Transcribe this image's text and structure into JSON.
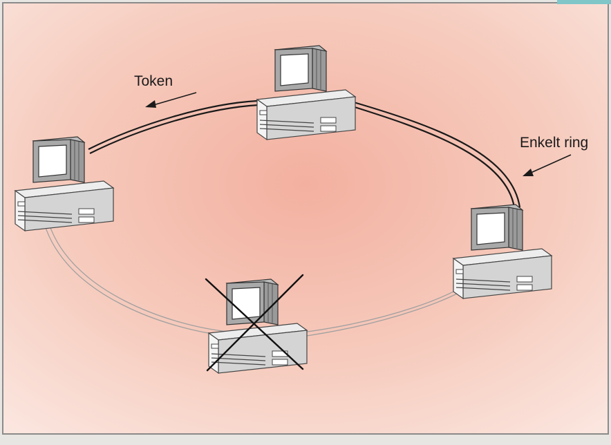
{
  "labels": {
    "token": "Token",
    "ring": "Enkelt ring"
  },
  "colors": {
    "background_center": "#f4b7a9",
    "background_edge": "#fae4dc",
    "frame": "#7a7a7a",
    "active_link": "#1a1a1a",
    "broken_link": "#9a9a9a",
    "cross": "#111111",
    "corner_accent": "#7fc6c9"
  },
  "computers": [
    {
      "id": "top",
      "state": "active"
    },
    {
      "id": "left",
      "state": "active"
    },
    {
      "id": "right",
      "state": "active"
    },
    {
      "id": "bottom",
      "state": "failed"
    }
  ]
}
